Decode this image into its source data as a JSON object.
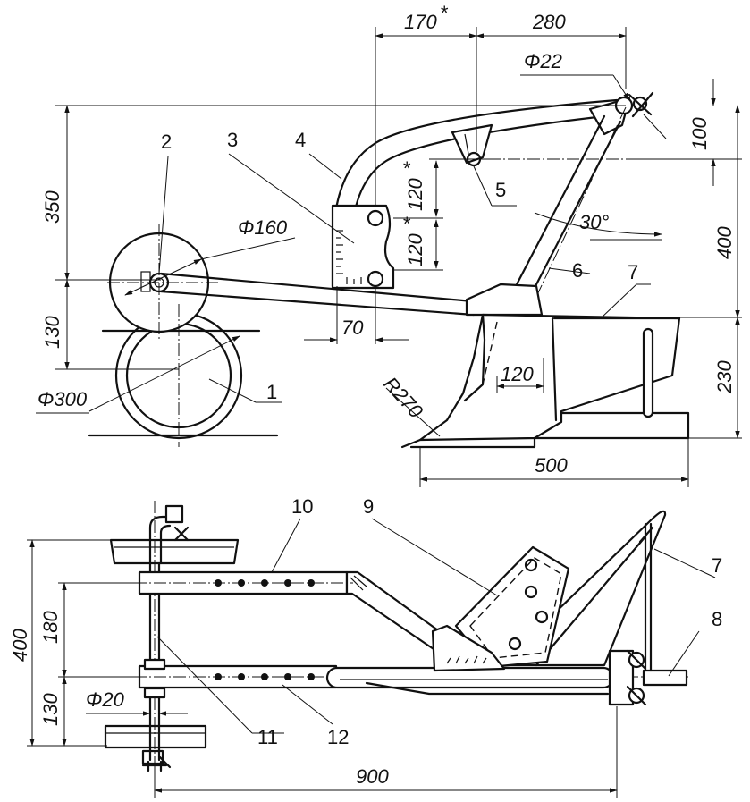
{
  "dimensions": {
    "d170": "170",
    "star": "*",
    "d280": "280",
    "phi22": "Φ22",
    "d100": "100",
    "d350": "350",
    "phi160": "Φ160",
    "d120a": "120",
    "d120b": "120",
    "d30deg": "30°",
    "d400top": "400",
    "d130top": "130",
    "d70": "70",
    "d230": "230",
    "d120c": "120",
    "phi300": "Φ300",
    "r270": "R270",
    "d500": "500",
    "d400bot": "400",
    "d180": "180",
    "d130bot": "130",
    "phi20": "Φ20",
    "d900": "900"
  },
  "parts": {
    "p1": "1",
    "p2": "2",
    "p3": "3",
    "p4": "4",
    "p5": "5",
    "p6": "6",
    "p7": "7",
    "p7b": "7",
    "p8": "8",
    "p9": "9",
    "p10": "10",
    "p11": "11",
    "p12": "12"
  }
}
